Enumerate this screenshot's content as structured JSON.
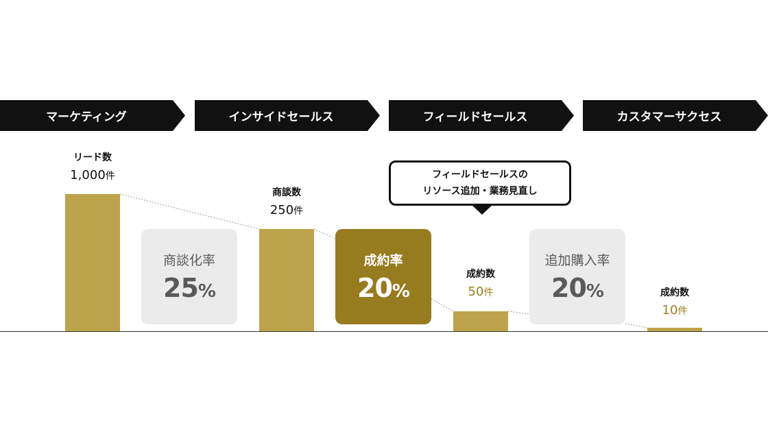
{
  "colors": {
    "bar": "#BDA34B",
    "rate_box_gray": "#EBEBEB",
    "rate_box_gray_text": "#5A5A5A",
    "rate_box_highlight": "#977B1F",
    "rate_box_highlight_text": "#FFFFFF",
    "value_highlight_text": "#9C7E1E",
    "stage_bg": "#111111"
  },
  "stages": [
    {
      "label": "マーケティング"
    },
    {
      "label": "インサイドセールス"
    },
    {
      "label": "フィールドセールス"
    },
    {
      "label": "カスタマーサクセス"
    }
  ],
  "metrics": [
    {
      "title": "リード数",
      "value": "1,000",
      "unit": "件",
      "highlight": false
    },
    {
      "title": "商談数",
      "value": "250",
      "unit": "件",
      "highlight": false
    },
    {
      "title": "成約数",
      "value": "50",
      "unit": "件",
      "highlight": true
    },
    {
      "title": "成約数",
      "value": "10",
      "unit": "件",
      "highlight": true
    }
  ],
  "rates": [
    {
      "title": "商談化率",
      "value": "25",
      "unit": "%",
      "highlight": false
    },
    {
      "title": "成約率",
      "value": "20",
      "unit": "%",
      "highlight": true
    },
    {
      "title": "追加購入率",
      "value": "20",
      "unit": "%",
      "highlight": false
    }
  ],
  "callout": {
    "line1": "フィールドセールスの",
    "line2": "リソース追加・業務見直し"
  },
  "chart_data": {
    "type": "bar",
    "categories": [
      "マーケティング",
      "インサイドセールス",
      "フィールドセールス",
      "カスタマーサクセス"
    ],
    "series": [
      {
        "values": [
          1000,
          250,
          50,
          10
        ]
      }
    ],
    "value_labels": [
      "1,000件",
      "250件",
      "50件",
      "10件"
    ],
    "conversion_rates": [
      "25%",
      "20%",
      "20%"
    ],
    "scale": "relative"
  }
}
